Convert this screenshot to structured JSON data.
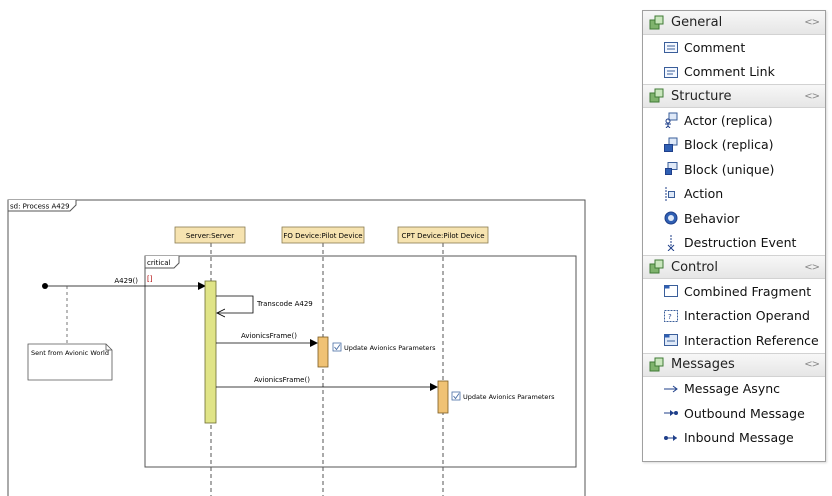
{
  "diagram": {
    "frame_title": "sd: Process A429",
    "fragment_label": "critical",
    "guard": "[]",
    "lifelines": [
      {
        "name": "Server:Server"
      },
      {
        "name": "FO Device:Pilot Device"
      },
      {
        "name": "CPT Device:Pilot Device"
      }
    ],
    "messages": {
      "found": "A429()",
      "self": "Transcode A429",
      "call1": "AvionicsFrame()",
      "call2": "AvionicsFrame()"
    },
    "actions": {
      "fo": "Update Avionics Parameters",
      "cpt": "Update Avionics Parameters"
    },
    "note": "Sent from Avionic World",
    "colors": {
      "lifeline_head": "#f6e3b0",
      "server_activation": "#e0e487",
      "device_activation": "#f0c274"
    }
  },
  "palette": {
    "drawers": [
      {
        "label": "General",
        "collapse_icon": "<>",
        "items": [
          {
            "label": "Comment",
            "icon": "comment-icon"
          },
          {
            "label": "Comment Link",
            "icon": "comment-link-icon"
          }
        ]
      },
      {
        "label": "Structure",
        "collapse_icon": "<>",
        "items": [
          {
            "label": "Actor (replica)",
            "icon": "actor-replica-icon"
          },
          {
            "label": "Block (replica)",
            "icon": "block-replica-icon"
          },
          {
            "label": "Block (unique)",
            "icon": "block-unique-icon"
          },
          {
            "label": "Action",
            "icon": "action-icon"
          },
          {
            "label": "Behavior",
            "icon": "behavior-icon"
          },
          {
            "label": "Destruction Event",
            "icon": "destruction-event-icon"
          }
        ]
      },
      {
        "label": "Control",
        "collapse_icon": "<>",
        "items": [
          {
            "label": "Combined Fragment",
            "icon": "combined-fragment-icon"
          },
          {
            "label": "Interaction Operand",
            "icon": "interaction-operand-icon"
          },
          {
            "label": "Interaction Reference",
            "icon": "interaction-reference-icon"
          }
        ]
      },
      {
        "label": "Messages",
        "collapse_icon": "<>",
        "items": [
          {
            "label": "Message Async",
            "icon": "message-async-icon"
          },
          {
            "label": "Outbound Message",
            "icon": "outbound-message-icon"
          },
          {
            "label": "Inbound Message",
            "icon": "inbound-message-icon"
          }
        ]
      }
    ]
  }
}
